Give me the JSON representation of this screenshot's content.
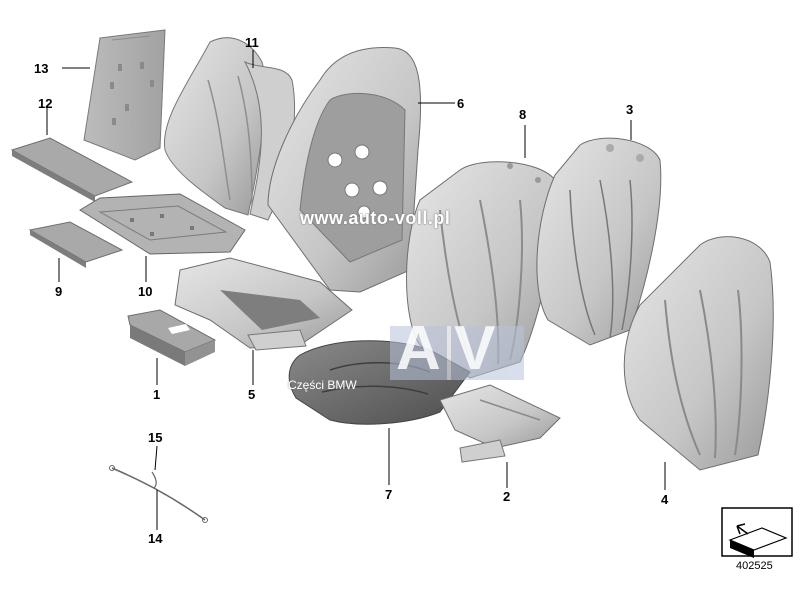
{
  "diagram": {
    "callouts": [
      {
        "id": "1",
        "label": "1"
      },
      {
        "id": "2",
        "label": "2"
      },
      {
        "id": "3",
        "label": "3"
      },
      {
        "id": "4",
        "label": "4"
      },
      {
        "id": "5",
        "label": "5"
      },
      {
        "id": "6",
        "label": "6"
      },
      {
        "id": "7",
        "label": "7"
      },
      {
        "id": "8",
        "label": "8"
      },
      {
        "id": "9",
        "label": "9"
      },
      {
        "id": "10",
        "label": "10"
      },
      {
        "id": "11",
        "label": "11"
      },
      {
        "id": "12",
        "label": "12"
      },
      {
        "id": "13",
        "label": "13"
      },
      {
        "id": "14",
        "label": "14"
      },
      {
        "id": "15",
        "label": "15"
      }
    ],
    "diagram_number": "402525"
  },
  "watermark": {
    "url": "www.auto-voll.pl",
    "logo_letters": "AV",
    "caption": "Części BMW"
  },
  "colors": {
    "part_light": "#d9d9d9",
    "part_mid": "#bdbdbd",
    "part_dark": "#8c8c8c",
    "part_darkest": "#5e5e5e",
    "outline": "#6f6f6f",
    "watermark_blue": "#9aa7c9"
  }
}
